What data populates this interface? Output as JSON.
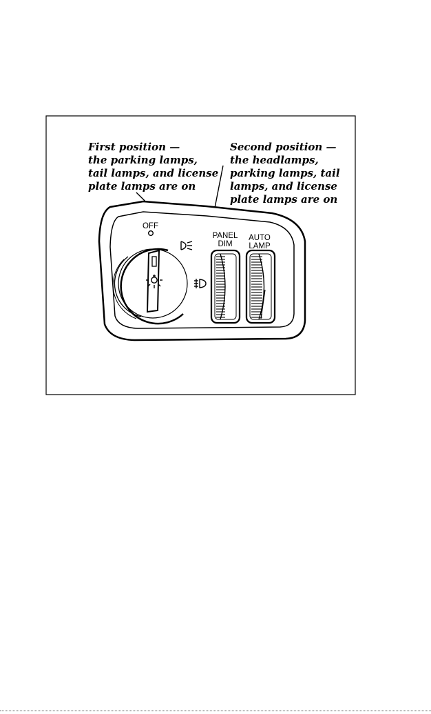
{
  "callouts": {
    "first": {
      "title": "First position —",
      "lines": [
        "the parking lamps,",
        "tail lamps, and license",
        "plate lamps are on"
      ]
    },
    "second": {
      "title": "Second position —",
      "lines": [
        "the headlamps,",
        "parking lamps, tail",
        "lamps, and license",
        "plate lamps are on"
      ]
    }
  },
  "panel": {
    "off_label": "OFF",
    "panel_dim": [
      "PANEL",
      "DIM"
    ],
    "auto_lamp": [
      "AUTO",
      "LAMP"
    ]
  },
  "icons": {
    "parking": "parking-lamp-icon",
    "headlamp": "headlamp-icon",
    "interior": "interior-lamp-icon"
  }
}
